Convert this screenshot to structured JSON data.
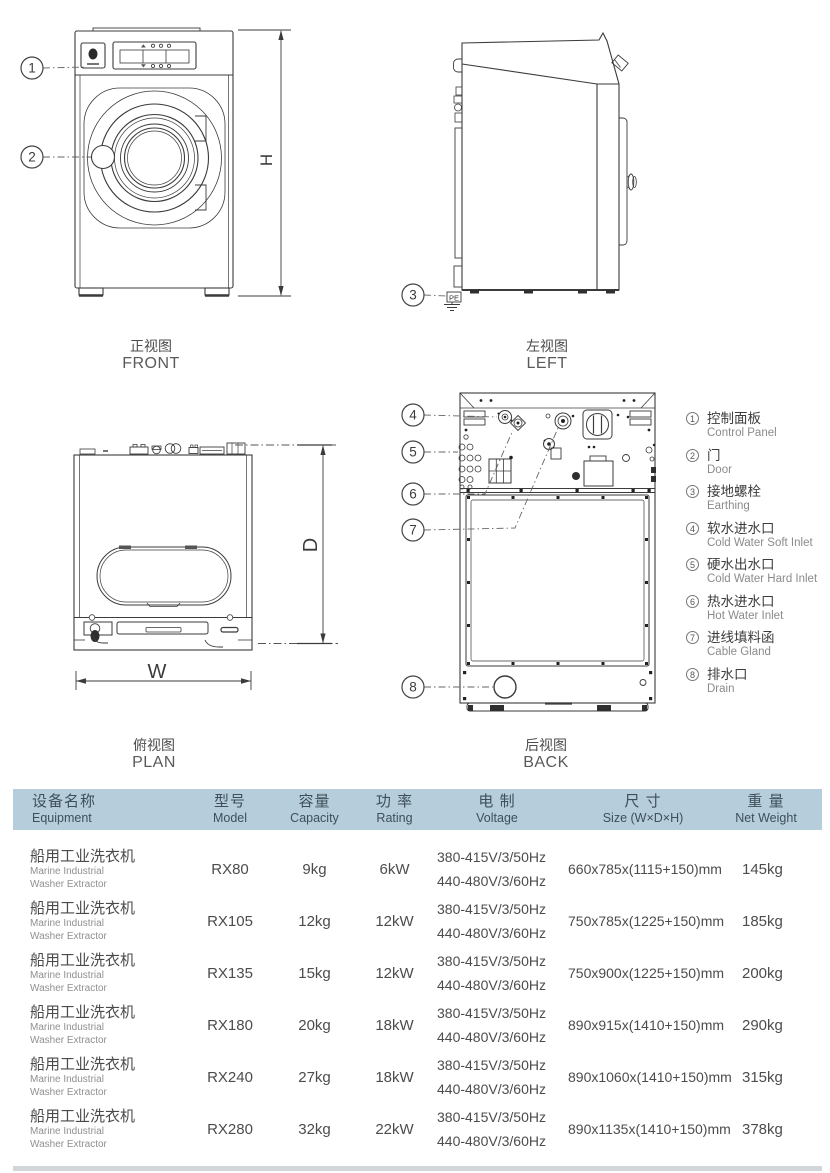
{
  "drawing": {
    "callouts": [
      "1",
      "2",
      "3",
      "4",
      "5",
      "6",
      "7",
      "8"
    ],
    "dim_h": "H",
    "dim_w": "W",
    "dim_d": "D",
    "pe_label": "PE"
  },
  "captions": {
    "front": {
      "zh": "正视图",
      "en": "FRONT"
    },
    "left": {
      "zh": "左视图",
      "en": "LEFT"
    },
    "plan": {
      "zh": "俯视图",
      "en": "PLAN"
    },
    "back": {
      "zh": "后视图",
      "en": "BACK"
    }
  },
  "legend": {
    "items": [
      {
        "num": "1",
        "zh": "控制面板",
        "en": "Control Panel"
      },
      {
        "num": "2",
        "zh": "门",
        "en": "Door"
      },
      {
        "num": "3",
        "zh": "接地螺栓",
        "en": "Earthing"
      },
      {
        "num": "4",
        "zh": "软水进水口",
        "en": "Cold Water Soft Inlet"
      },
      {
        "num": "5",
        "zh": "硬水出水口",
        "en": "Cold Water Hard Inlet"
      },
      {
        "num": "6",
        "zh": "热水进水口",
        "en": "Hot Water Inlet"
      },
      {
        "num": "7",
        "zh": "进线填料函",
        "en": "Cable Gland"
      },
      {
        "num": "8",
        "zh": "排水口",
        "en": "Drain"
      }
    ]
  },
  "table": {
    "columns": [
      {
        "zh": "设备名称",
        "en": "Equipment"
      },
      {
        "zh": "型号",
        "en": "Model"
      },
      {
        "zh": "容量",
        "en": "Capacity"
      },
      {
        "zh": "功 率",
        "en": "Rating"
      },
      {
        "zh": "电 制",
        "en": "Voltage"
      },
      {
        "zh": "尺 寸",
        "en": "Size (W×D×H)"
      },
      {
        "zh": "重 量",
        "en": "Net Weight"
      }
    ],
    "rows": [
      {
        "name_zh": "船用工业洗衣机",
        "name_en1": "Marine Industrial",
        "name_en2": "Washer Extractor",
        "model": "RX80",
        "capacity": "9kg",
        "rating": "6kW",
        "voltage1": "380-415V/3/50Hz",
        "voltage2": "440-480V/3/60Hz",
        "size": "660x785x(1115+150)mm",
        "weight": "145kg"
      },
      {
        "name_zh": "船用工业洗衣机",
        "name_en1": "Marine Industrial",
        "name_en2": "Washer Extractor",
        "model": "RX105",
        "capacity": "12kg",
        "rating": "12kW",
        "voltage1": "380-415V/3/50Hz",
        "voltage2": "440-480V/3/60Hz",
        "size": "750x785x(1225+150)mm",
        "weight": "185kg"
      },
      {
        "name_zh": "船用工业洗衣机",
        "name_en1": "Marine Industrial",
        "name_en2": "Washer Extractor",
        "model": "RX135",
        "capacity": "15kg",
        "rating": "12kW",
        "voltage1": "380-415V/3/50Hz",
        "voltage2": "440-480V/3/60Hz",
        "size": "750x900x(1225+150)mm",
        "weight": "200kg"
      },
      {
        "name_zh": "船用工业洗衣机",
        "name_en1": "Marine Industrial",
        "name_en2": "Washer Extractor",
        "model": "RX180",
        "capacity": "20kg",
        "rating": "18kW",
        "voltage1": "380-415V/3/50Hz",
        "voltage2": "440-480V/3/60Hz",
        "size": "890x915x(1410+150)mm",
        "weight": "290kg"
      },
      {
        "name_zh": "船用工业洗衣机",
        "name_en1": "Marine Industrial",
        "name_en2": "Washer Extractor",
        "model": "RX240",
        "capacity": "27kg",
        "rating": "18kW",
        "voltage1": "380-415V/3/50Hz",
        "voltage2": "440-480V/3/60Hz",
        "size": "890x1060x(1410+150)mm",
        "weight": "315kg"
      },
      {
        "name_zh": "船用工业洗衣机",
        "name_en1": "Marine Industrial",
        "name_en2": "Washer Extractor",
        "model": "RX280",
        "capacity": "32kg",
        "rating": "22kW",
        "voltage1": "380-415V/3/50Hz",
        "voltage2": "440-480V/3/60Hz",
        "size": "890x1135x(1410+150)mm",
        "weight": "378kg"
      }
    ]
  }
}
